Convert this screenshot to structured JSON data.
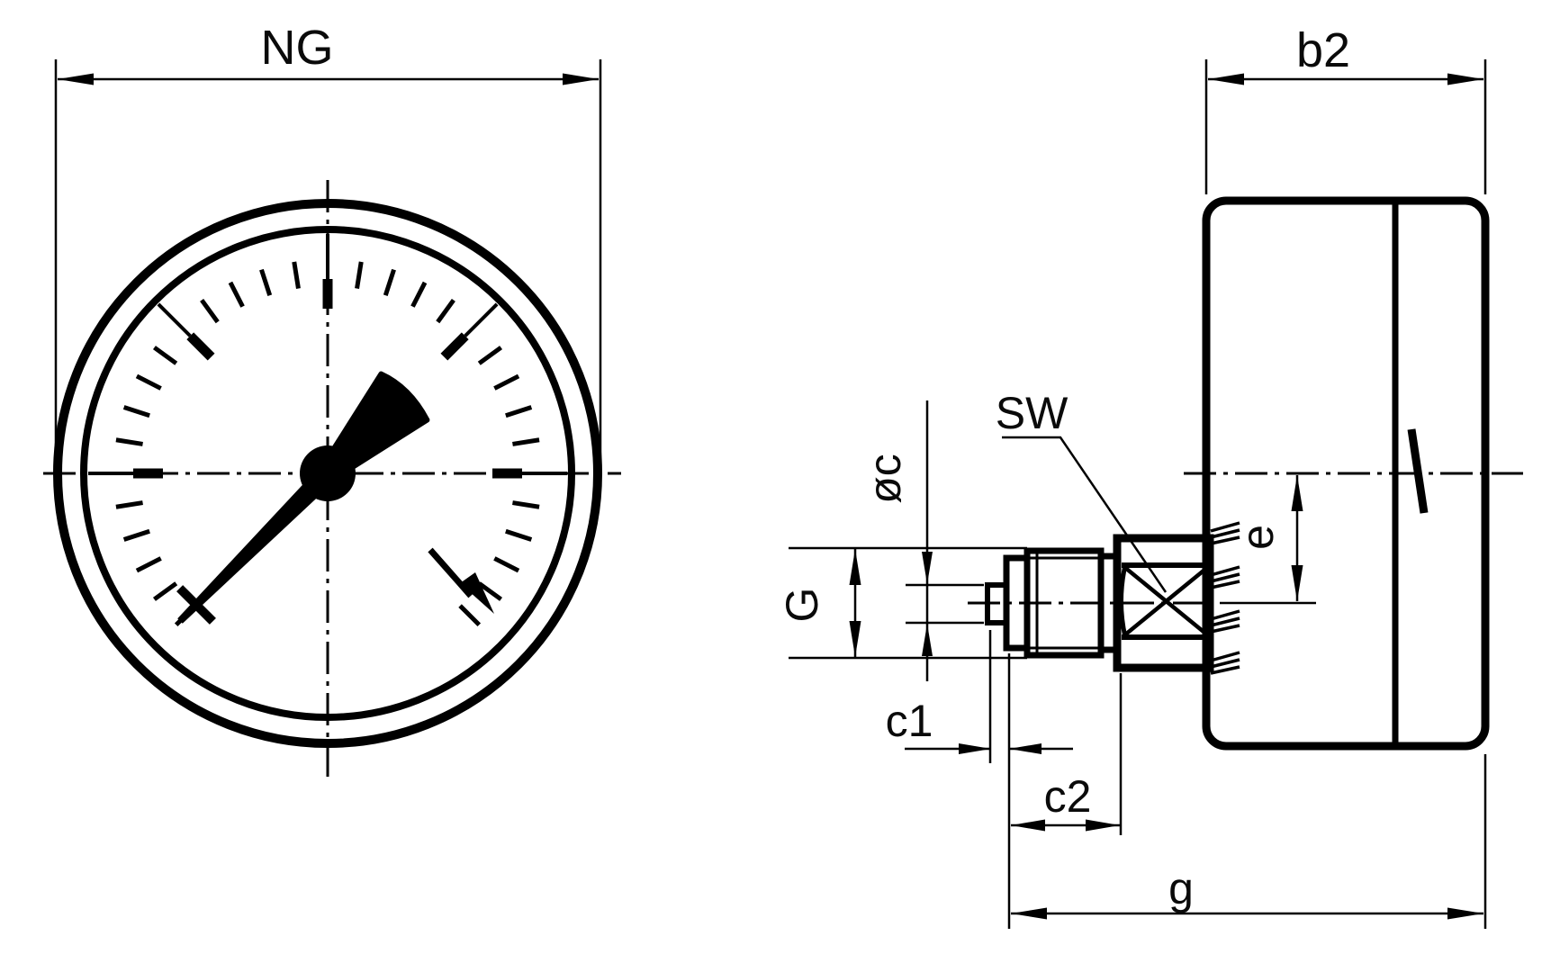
{
  "drawing": {
    "type": "technical-drawing-pressure-gauge",
    "background": "#ffffff",
    "line_color": "#000000",
    "front_view": {
      "description": "gauge front dial view",
      "dimension_labels": {
        "diameter": "NG"
      }
    },
    "side_view": {
      "description": "gauge side view with rear thread connection",
      "dimension_labels": {
        "case_depth": "b2",
        "wrench_size": "SW",
        "tip_diameter": "øc",
        "thread": "G",
        "tip_length": "c1",
        "thread_length": "c2",
        "eccentricity": "e",
        "total_length": "g"
      }
    }
  }
}
